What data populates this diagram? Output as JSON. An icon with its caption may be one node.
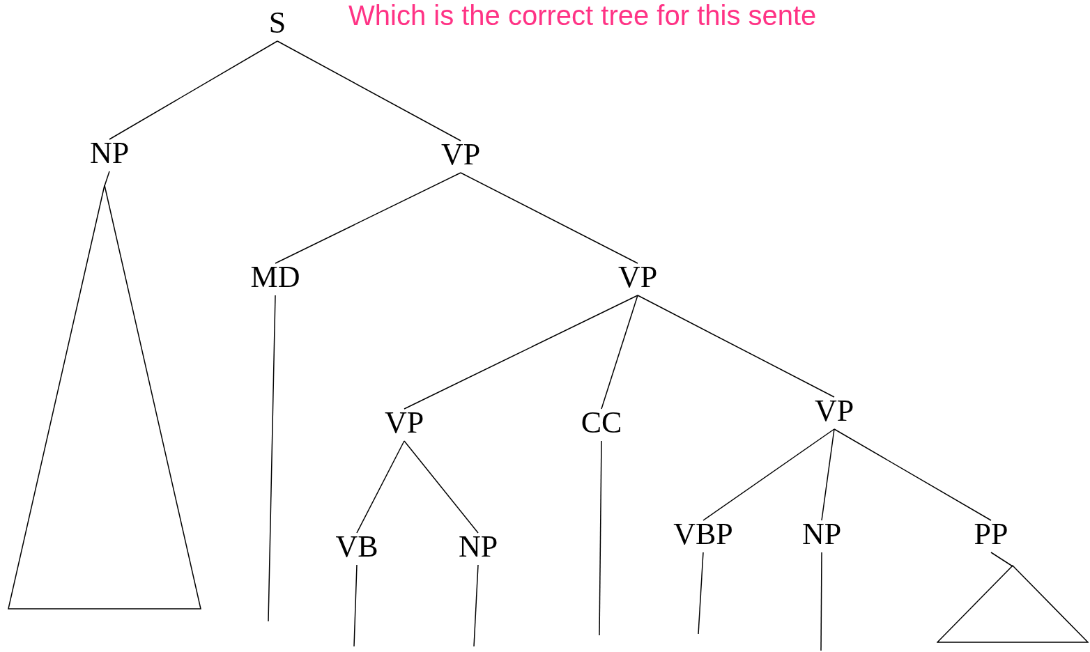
{
  "diagram": {
    "title": "Which is the correct tree for this sente",
    "nodes": [
      {
        "text": [
          "S"
        ]
      },
      {
        "text": [
          "NP"
        ]
      },
      {
        "text": [
          "VP"
        ]
      },
      {
        "text": [
          "MD"
        ]
      },
      {
        "text": [
          "VP"
        ]
      },
      {
        "text": [
          "VP"
        ]
      },
      {
        "text": [
          "CC"
        ]
      },
      {
        "text": [
          "VP"
        ]
      },
      {
        "text": [
          "VB"
        ]
      },
      {
        "text": [
          "NP"
        ]
      },
      {
        "text": [
          "VBP"
        ]
      },
      {
        "text": [
          "NP"
        ]
      },
      {
        "text": [
          "PP"
        ]
      },
      {
        "text": [],
        "shape": "triangle"
      },
      {
        "text": [],
        "shape": "triangle"
      }
    ],
    "edges": [
      {
        "from": 0,
        "to": 1,
        "arrow": "none"
      },
      {
        "from": 0,
        "to": 2,
        "arrow": "none"
      },
      {
        "from": 1,
        "to": 13,
        "arrow": "none"
      },
      {
        "from": 2,
        "to": 3,
        "arrow": "none"
      },
      {
        "from": 2,
        "to": 4,
        "arrow": "none"
      },
      {
        "from": 3,
        "to": null,
        "arrow": "none"
      },
      {
        "from": 4,
        "to": 5,
        "arrow": "none"
      },
      {
        "from": 4,
        "to": 6,
        "arrow": "none"
      },
      {
        "from": 4,
        "to": 7,
        "arrow": "none"
      },
      {
        "from": 5,
        "to": 8,
        "arrow": "none"
      },
      {
        "from": 5,
        "to": 9,
        "arrow": "none"
      },
      {
        "from": 6,
        "to": null,
        "arrow": "none"
      },
      {
        "from": 7,
        "to": 10,
        "arrow": "none"
      },
      {
        "from": 7,
        "to": 11,
        "arrow": "none"
      },
      {
        "from": 7,
        "to": 12,
        "arrow": "none"
      },
      {
        "from": 8,
        "to": null,
        "arrow": "none"
      },
      {
        "from": 9,
        "to": null,
        "arrow": "none"
      },
      {
        "from": 10,
        "to": null,
        "arrow": "none"
      },
      {
        "from": 11,
        "to": null,
        "arrow": "none"
      },
      {
        "from": 12,
        "to": 14,
        "arrow": "none"
      }
    ]
  }
}
